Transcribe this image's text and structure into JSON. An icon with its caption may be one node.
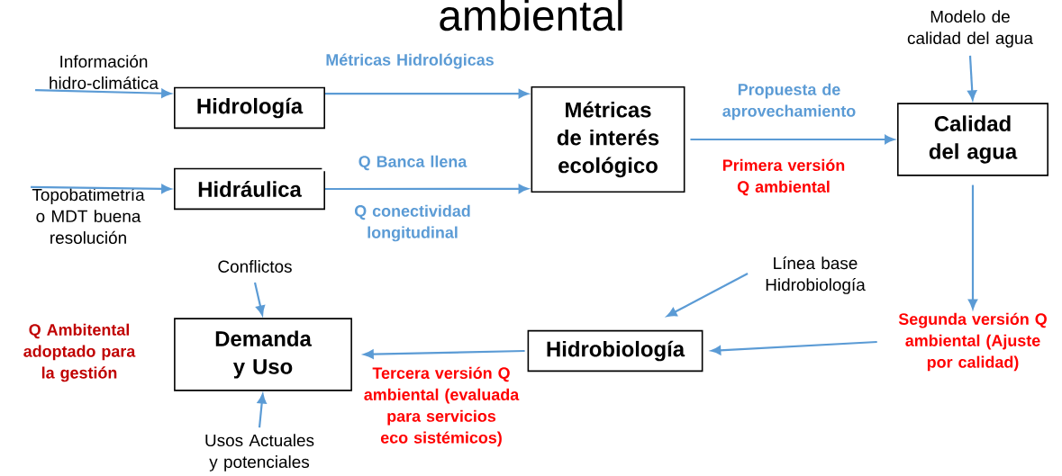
{
  "diagram": {
    "title": "ambiental",
    "nodes": [
      {
        "text": [
          "Hidrología"
        ]
      },
      {
        "text": [
          "Hidráulica"
        ]
      },
      {
        "text": [
          "Métricas de interés ecológico"
        ]
      },
      {
        "text": [
          "Calidad del agua"
        ]
      },
      {
        "text": [
          "Hidrobiología"
        ]
      },
      {
        "text": [
          "Demanda y Uso"
        ]
      },
      {
        "text": [
          "Información hidro-climática"
        ]
      },
      {
        "text": [
          "Topobatimetría o MDT buena resolución"
        ]
      },
      {
        "text": [
          "Modelo de calidad del agua"
        ]
      },
      {
        "text": [
          "Línea base Hidrobiología"
        ]
      },
      {
        "text": [
          "Conflictos"
        ]
      },
      {
        "text": [
          "Usos Actuales y potenciales"
        ]
      },
      {
        "text": [
          "Segunda versión Q ambiental (Ajuste por calidad)"
        ]
      }
    ],
    "edges": [
      {
        "from": 6,
        "to": 0,
        "arrow": "to"
      },
      {
        "from": 7,
        "to": 1,
        "arrow": "to"
      },
      {
        "from": 0,
        "to": 2,
        "arrow": "to",
        "label": "Métricas Hidrológicas"
      },
      {
        "from": 1,
        "to": 2,
        "arrow": "to",
        "label": "Q Banca llena"
      },
      {
        "from": 2,
        "to": 3,
        "arrow": "to",
        "label": "Propuesta de aprovechamiento"
      },
      {
        "from": 8,
        "to": 3,
        "arrow": "to"
      },
      {
        "from": 3,
        "to": 12,
        "arrow": "to"
      },
      {
        "from": 12,
        "to": 4,
        "arrow": "to"
      },
      {
        "from": 9,
        "to": 4,
        "arrow": "to"
      },
      {
        "from": 4,
        "to": 5,
        "arrow": "to",
        "label": "Tercera versión Q ambiental (evaluada para servicios eco sistémicos)"
      },
      {
        "from": 10,
        "to": 5,
        "arrow": "to"
      },
      {
        "from": 11,
        "to": 5,
        "arrow": "to"
      }
    ],
    "labels": [
      "Q conectividad longitudinal",
      "Primera versión Q ambiental",
      "Q Ambitental adoptado para la gestión"
    ]
  }
}
